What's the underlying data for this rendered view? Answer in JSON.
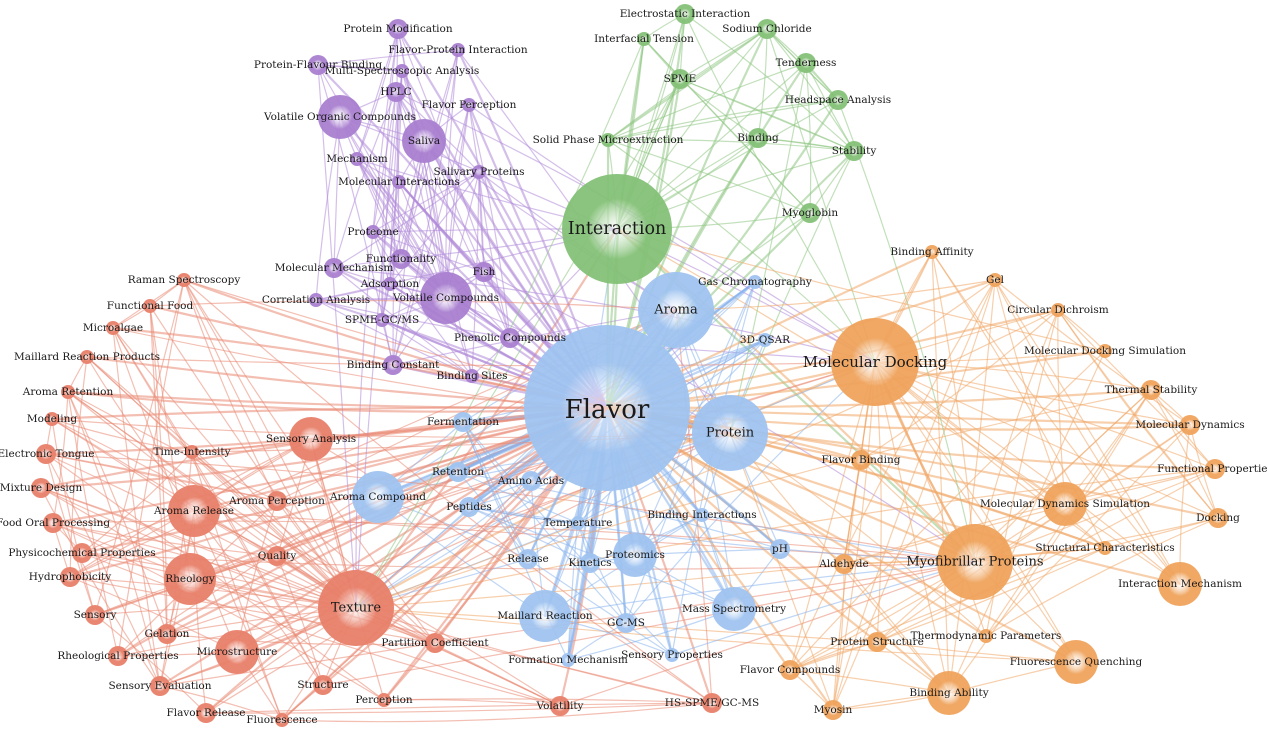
{
  "colors": {
    "purple": "#a97fd0",
    "green": "#84c177",
    "blue": "#9fc3f0",
    "orange": "#efa35c",
    "red": "#e8806a"
  },
  "nodes": [
    {
      "id": "flavor",
      "label": "Flavor",
      "cluster": "blue",
      "size": 10,
      "label_size": 5
    },
    {
      "id": "interaction",
      "label": "Interaction",
      "cluster": "green",
      "size": 7,
      "label_size": 4
    },
    {
      "id": "molecular_docking",
      "label": "Molecular Docking",
      "cluster": "orange",
      "size": 6,
      "label_size": 3
    },
    {
      "id": "aroma",
      "label": "Aroma",
      "cluster": "blue",
      "size": 5,
      "label_size": 2
    },
    {
      "id": "protein",
      "label": "Protein",
      "cluster": "blue",
      "size": 5,
      "label_size": 2
    },
    {
      "id": "texture",
      "label": "Texture",
      "cluster": "red",
      "size": 5,
      "label_size": 2
    },
    {
      "id": "myofibrillar",
      "label": "Myofibrillar Proteins",
      "cluster": "orange",
      "size": 5,
      "label_size": 2
    },
    {
      "id": "aroma_compound",
      "label": "Aroma Compound",
      "cluster": "blue",
      "size": 4,
      "label_size": 1
    },
    {
      "id": "volatile_compounds",
      "label": "Volatile Compounds",
      "cluster": "purple",
      "size": 4,
      "label_size": 1
    },
    {
      "id": "aroma_release",
      "label": "Aroma Release",
      "cluster": "red",
      "size": 4,
      "label_size": 1
    },
    {
      "id": "rheology",
      "label": "Rheology",
      "cluster": "red",
      "size": 4,
      "label_size": 1
    },
    {
      "id": "maillard_reaction",
      "label": "Maillard Reaction",
      "cluster": "blue",
      "size": 4,
      "label_size": 1
    },
    {
      "id": "saliva",
      "label": "Saliva",
      "cluster": "purple",
      "size": 3,
      "label_size": 1
    },
    {
      "id": "volatile_organic",
      "label": "Volatile Organic Compounds",
      "cluster": "purple",
      "size": 3,
      "label_size": 1
    },
    {
      "id": "proteomics",
      "label": "Proteomics",
      "cluster": "blue",
      "size": 3,
      "label_size": 1
    },
    {
      "id": "mol_dyn_sim",
      "label": "Molecular Dynamics Simulation",
      "cluster": "orange",
      "size": 3,
      "label_size": 1
    },
    {
      "id": "microstructure",
      "label": "Microstructure",
      "cluster": "red",
      "size": 3,
      "label_size": 1
    },
    {
      "id": "sensory_analysis",
      "label": "Sensory Analysis",
      "cluster": "red",
      "size": 3,
      "label_size": 1
    },
    {
      "id": "mass_spec",
      "label": "Mass Spectrometry",
      "cluster": "blue",
      "size": 3,
      "label_size": 1
    },
    {
      "id": "binding_ability",
      "label": "Binding Ability",
      "cluster": "orange",
      "size": 3,
      "label_size": 1
    },
    {
      "id": "fluor_quench",
      "label": "Fluorescence Quenching",
      "cluster": "orange",
      "size": 3,
      "label_size": 1
    },
    {
      "id": "interaction_mech",
      "label": "Interaction Mechanism",
      "cluster": "orange",
      "size": 3,
      "label_size": 1
    },
    {
      "id": "phenolic",
      "label": "Phenolic Compounds",
      "cluster": "purple",
      "size": 2,
      "label_size": 1
    },
    {
      "id": "spme",
      "label": "SPME",
      "cluster": "green",
      "size": 2,
      "label_size": 1
    },
    {
      "id": "binding",
      "label": "Binding",
      "cluster": "green",
      "size": 2,
      "label_size": 1
    },
    {
      "id": "myoglobin",
      "label": "Myoglobin",
      "cluster": "green",
      "size": 2,
      "label_size": 1
    },
    {
      "id": "stability",
      "label": "Stability",
      "cluster": "green",
      "size": 2,
      "label_size": 1
    },
    {
      "id": "volatility",
      "label": "Volatility",
      "cluster": "red",
      "size": 2,
      "label_size": 1
    },
    {
      "id": "partition_coef",
      "label": "Partition Coefficient",
      "cluster": "red",
      "size": 2,
      "label_size": 1
    },
    {
      "id": "aldehyde",
      "label": "Aldehyde",
      "cluster": "orange",
      "size": 2,
      "label_size": 1
    },
    {
      "id": "protein_structure",
      "label": "Protein Structure",
      "cluster": "orange",
      "size": 2,
      "label_size": 1
    },
    {
      "id": "flavor_compounds",
      "label": "Flavor Compounds",
      "cluster": "orange",
      "size": 2,
      "label_size": 1
    },
    {
      "id": "myosin",
      "label": "Myosin",
      "cluster": "orange",
      "size": 2,
      "label_size": 1
    },
    {
      "id": "flavor_release",
      "label": "Flavor Release",
      "cluster": "red",
      "size": 2,
      "label_size": 1
    },
    {
      "id": "sensory_eval",
      "label": "Sensory Evaluation",
      "cluster": "red",
      "size": 2,
      "label_size": 1
    },
    {
      "id": "rheological_props",
      "label": "Rheological Properties",
      "cluster": "red",
      "size": 2,
      "label_size": 1
    },
    {
      "id": "molecular_dynamics",
      "label": "Molecular Dynamics",
      "cluster": "orange",
      "size": 2,
      "label_size": 1
    },
    {
      "id": "fermentation",
      "label": "Fermentation",
      "cluster": "blue",
      "size": 2,
      "label_size": 1
    },
    {
      "id": "quality",
      "label": "Quality",
      "cluster": "red",
      "size": 2,
      "label_size": 1
    },
    {
      "id": "gc_ms",
      "label": "GC-MS",
      "cluster": "blue",
      "size": 2,
      "label_size": 1
    },
    {
      "id": "hs_spme",
      "label": "HS-SPME/GC-MS",
      "cluster": "red",
      "size": 2,
      "label_size": 1
    },
    {
      "id": "flavor_binding",
      "label": "Flavor Binding",
      "cluster": "orange",
      "size": 2,
      "label_size": 1
    },
    {
      "id": "ph",
      "label": "pH",
      "cluster": "blue",
      "size": 2,
      "label_size": 1
    },
    {
      "id": "structure",
      "label": "Structure",
      "cluster": "red",
      "size": 2,
      "label_size": 1
    },
    {
      "id": "aroma_perception",
      "label": "Aroma Perception",
      "cluster": "red",
      "size": 2,
      "label_size": 1
    },
    {
      "id": "hydrophobicity",
      "label": "Hydrophobicity",
      "cluster": "red",
      "size": 2,
      "label_size": 1
    },
    {
      "id": "physicochemical",
      "label": "Physicochemical Properties",
      "cluster": "red",
      "size": 2,
      "label_size": 1
    },
    {
      "id": "food_oral",
      "label": "Food Oral Processing",
      "cluster": "red",
      "size": 2,
      "label_size": 1
    },
    {
      "id": "mixture_design",
      "label": "Mixture Design",
      "cluster": "red",
      "size": 2,
      "label_size": 1
    },
    {
      "id": "electronic_tongue",
      "label": "Electronic Tongue",
      "cluster": "red",
      "size": 2,
      "label_size": 1
    },
    {
      "id": "sensory",
      "label": "Sensory",
      "cluster": "red",
      "size": 2,
      "label_size": 1
    },
    {
      "id": "gelation",
      "label": "Gelation",
      "cluster": "red",
      "size": 2,
      "label_size": 1
    },
    {
      "id": "functional_props",
      "label": "Functional Properties",
      "cluster": "orange",
      "size": 2,
      "label_size": 1
    },
    {
      "id": "docking",
      "label": "Docking",
      "cluster": "orange",
      "size": 2,
      "label_size": 1
    },
    {
      "id": "kinetics",
      "label": "Kinetics",
      "cluster": "blue",
      "size": 2,
      "label_size": 1
    },
    {
      "id": "release",
      "label": "Release",
      "cluster": "blue",
      "size": 2,
      "label_size": 1
    },
    {
      "id": "peptides",
      "label": "Peptides",
      "cluster": "blue",
      "size": 2,
      "label_size": 1
    },
    {
      "id": "retention",
      "label": "Retention",
      "cluster": "blue",
      "size": 2,
      "label_size": 1
    },
    {
      "id": "amino_acids",
      "label": "Amino Acids",
      "cluster": "blue",
      "size": 2,
      "label_size": 1
    },
    {
      "id": "temperature",
      "label": "Temperature",
      "cluster": "blue",
      "size": 1,
      "label_size": 1
    },
    {
      "id": "binding_interactions",
      "label": "Binding Interactions",
      "cluster": "blue",
      "size": 1,
      "label_size": 1
    },
    {
      "id": "formation_mech",
      "label": "Formation Mechanism",
      "cluster": "blue",
      "size": 1,
      "label_size": 1
    },
    {
      "id": "sensory_props",
      "label": "Sensory Properties",
      "cluster": "blue",
      "size": 1,
      "label_size": 1
    },
    {
      "id": "gas_chrom",
      "label": "Gas Chromatography",
      "cluster": "blue",
      "size": 1,
      "label_size": 1
    },
    {
      "id": "qsar",
      "label": "3D-QSAR",
      "cluster": "blue",
      "size": 1,
      "label_size": 1
    },
    {
      "id": "fish",
      "label": "Fish",
      "cluster": "purple",
      "size": 2,
      "label_size": 1
    },
    {
      "id": "functionality",
      "label": "Functionality",
      "cluster": "purple",
      "size": 2,
      "label_size": 1
    },
    {
      "id": "mol_mechanism",
      "label": "Molecular Mechanism",
      "cluster": "purple",
      "size": 2,
      "label_size": 1
    },
    {
      "id": "adsorption",
      "label": "Adsorption",
      "cluster": "purple",
      "size": 1,
      "label_size": 1
    },
    {
      "id": "correlation",
      "label": "Correlation Analysis",
      "cluster": "purple",
      "size": 1,
      "label_size": 1
    },
    {
      "id": "spme_gcms",
      "label": "SPME-GC/MS",
      "cluster": "purple",
      "size": 1,
      "label_size": 1
    },
    {
      "id": "binding_constant",
      "label": "Binding Constant",
      "cluster": "purple",
      "size": 2,
      "label_size": 1
    },
    {
      "id": "binding_sites",
      "label": "Binding Sites",
      "cluster": "purple",
      "size": 1,
      "label_size": 1
    },
    {
      "id": "proteome",
      "label": "Proteome",
      "cluster": "purple",
      "size": 1,
      "label_size": 1
    },
    {
      "id": "mechanism",
      "label": "Mechanism",
      "cluster": "purple",
      "size": 1,
      "label_size": 1
    },
    {
      "id": "mol_interactions",
      "label": "Molecular Interactions",
      "cluster": "purple",
      "size": 1,
      "label_size": 1
    },
    {
      "id": "salivary_proteins",
      "label": "Salivary Proteins",
      "cluster": "purple",
      "size": 1,
      "label_size": 1
    },
    {
      "id": "hplc",
      "label": "HPLC",
      "cluster": "purple",
      "size": 2,
      "label_size": 1
    },
    {
      "id": "flavor_perception",
      "label": "Flavor Perception",
      "cluster": "purple",
      "size": 1,
      "label_size": 1
    },
    {
      "id": "multi_spectro",
      "label": "Multi-Spectroscopic Analysis",
      "cluster": "purple",
      "size": 1,
      "label_size": 1
    },
    {
      "id": "flavor_protein_int",
      "label": "Flavor-Protein Interaction",
      "cluster": "purple",
      "size": 1,
      "label_size": 1
    },
    {
      "id": "protein_flavour_binding",
      "label": "Protein-Flavour Binding",
      "cluster": "purple",
      "size": 2,
      "label_size": 1
    },
    {
      "id": "protein_modification",
      "label": "Protein Modification",
      "cluster": "purple",
      "size": 2,
      "label_size": 1
    },
    {
      "id": "electrostatic",
      "label": "Electrostatic Interaction",
      "cluster": "green",
      "size": 2,
      "label_size": 1
    },
    {
      "id": "sodium_chloride",
      "label": "Sodium Chloride",
      "cluster": "green",
      "size": 2,
      "label_size": 1
    },
    {
      "id": "interfacial_tension",
      "label": "Interfacial Tension",
      "cluster": "green",
      "size": 1,
      "label_size": 1
    },
    {
      "id": "tenderness",
      "label": "Tenderness",
      "cluster": "green",
      "size": 2,
      "label_size": 1
    },
    {
      "id": "headspace",
      "label": "Headspace Analysis",
      "cluster": "green",
      "size": 2,
      "label_size": 1
    },
    {
      "id": "spme_extraction",
      "label": "Solid Phase Microextraction",
      "cluster": "green",
      "size": 1,
      "label_size": 1
    },
    {
      "id": "binding_affinity",
      "label": "Binding Affinity",
      "cluster": "orange",
      "size": 1,
      "label_size": 1
    },
    {
      "id": "gel",
      "label": "Gel",
      "cluster": "orange",
      "size": 1,
      "label_size": 1
    },
    {
      "id": "circular_dichroism",
      "label": "Circular Dichroism",
      "cluster": "orange",
      "size": 1,
      "label_size": 1
    },
    {
      "id": "mds_sim",
      "label": "Molecular Docking Simulation",
      "cluster": "orange",
      "size": 1,
      "label_size": 1
    },
    {
      "id": "thermal_stability",
      "label": "Thermal Stability",
      "cluster": "orange",
      "size": 2,
      "label_size": 1
    },
    {
      "id": "structural_char",
      "label": "Structural Characteristics",
      "cluster": "orange",
      "size": 1,
      "label_size": 1
    },
    {
      "id": "thermodynamic",
      "label": "Thermodynamic Parameters",
      "cluster": "orange",
      "size": 1,
      "label_size": 1
    },
    {
      "id": "raman",
      "label": "Raman Spectroscopy",
      "cluster": "red",
      "size": 1,
      "label_size": 1
    },
    {
      "id": "functional_food",
      "label": "Functional Food",
      "cluster": "red",
      "size": 1,
      "label_size": 1
    },
    {
      "id": "microalgae",
      "label": "Microalgae",
      "cluster": "red",
      "size": 1,
      "label_size": 1
    },
    {
      "id": "maillard_products",
      "label": "Maillard Reaction Products",
      "cluster": "red",
      "size": 1,
      "label_size": 1
    },
    {
      "id": "aroma_retention",
      "label": "Aroma Retention",
      "cluster": "red",
      "size": 1,
      "label_size": 1
    },
    {
      "id": "modeling",
      "label": "Modeling",
      "cluster": "red",
      "size": 1,
      "label_size": 1
    },
    {
      "id": "time_intensity",
      "label": "Time-Intensity",
      "cluster": "red",
      "size": 1,
      "label_size": 1
    },
    {
      "id": "fluorescence",
      "label": "Fluorescence",
      "cluster": "red",
      "size": 1,
      "label_size": 1
    },
    {
      "id": "perception",
      "label": "Perception",
      "cluster": "red",
      "size": 1,
      "label_size": 1
    }
  ]
}
